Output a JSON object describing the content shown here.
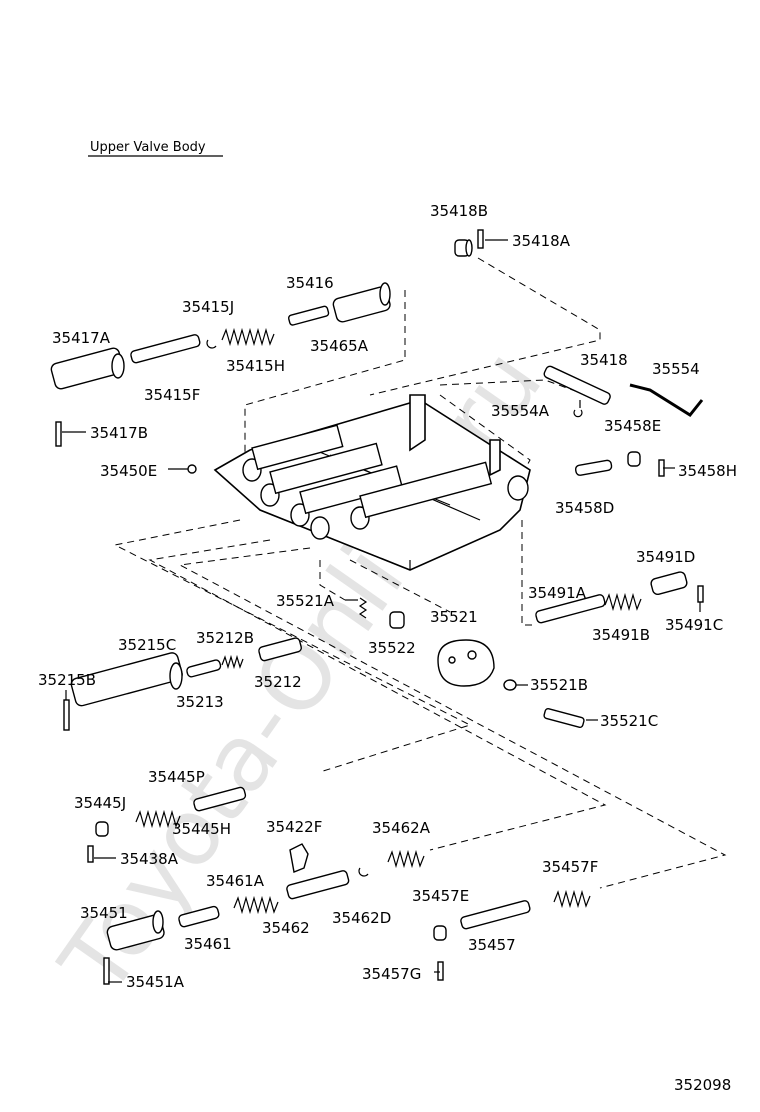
{
  "title": "Upper Valve Body",
  "watermark": "Toyota-Online.ru",
  "figure_number": "352098",
  "callouts": [
    {
      "id": "35418B",
      "text": "35418B"
    },
    {
      "id": "35418A",
      "text": "35418A"
    },
    {
      "id": "35416",
      "text": "35416"
    },
    {
      "id": "35415J",
      "text": "35415J"
    },
    {
      "id": "35417A",
      "text": "35417A"
    },
    {
      "id": "35465A",
      "text": "35465A"
    },
    {
      "id": "35415H",
      "text": "35415H"
    },
    {
      "id": "35415F",
      "text": "35415F"
    },
    {
      "id": "35418",
      "text": "35418"
    },
    {
      "id": "35554",
      "text": "35554"
    },
    {
      "id": "35554A",
      "text": "35554A"
    },
    {
      "id": "35417B",
      "text": "35417B"
    },
    {
      "id": "35458E",
      "text": "35458E"
    },
    {
      "id": "35450E",
      "text": "35450E"
    },
    {
      "id": "35458H",
      "text": "35458H"
    },
    {
      "id": "35458D",
      "text": "35458D"
    },
    {
      "id": "35491D",
      "text": "35491D"
    },
    {
      "id": "35491A",
      "text": "35491A"
    },
    {
      "id": "35521A",
      "text": "35521A"
    },
    {
      "id": "35521",
      "text": "35521"
    },
    {
      "id": "35491C",
      "text": "35491C"
    },
    {
      "id": "35491B",
      "text": "35491B"
    },
    {
      "id": "35215C",
      "text": "35215C"
    },
    {
      "id": "35212B",
      "text": "35212B"
    },
    {
      "id": "35522",
      "text": "35522"
    },
    {
      "id": "35215B",
      "text": "35215B"
    },
    {
      "id": "35212",
      "text": "35212"
    },
    {
      "id": "35521B",
      "text": "35521B"
    },
    {
      "id": "35213",
      "text": "35213"
    },
    {
      "id": "35521C",
      "text": "35521C"
    },
    {
      "id": "35445P",
      "text": "35445P"
    },
    {
      "id": "35445J",
      "text": "35445J"
    },
    {
      "id": "35445H",
      "text": "35445H"
    },
    {
      "id": "35422F",
      "text": "35422F"
    },
    {
      "id": "35462A",
      "text": "35462A"
    },
    {
      "id": "35438A",
      "text": "35438A"
    },
    {
      "id": "35457F",
      "text": "35457F"
    },
    {
      "id": "35461A",
      "text": "35461A"
    },
    {
      "id": "35451",
      "text": "35451"
    },
    {
      "id": "35457E",
      "text": "35457E"
    },
    {
      "id": "35461",
      "text": "35461"
    },
    {
      "id": "35462",
      "text": "35462"
    },
    {
      "id": "35462D",
      "text": "35462D"
    },
    {
      "id": "35457",
      "text": "35457"
    },
    {
      "id": "35457G",
      "text": "35457G"
    },
    {
      "id": "35451A",
      "text": "35451A"
    }
  ]
}
